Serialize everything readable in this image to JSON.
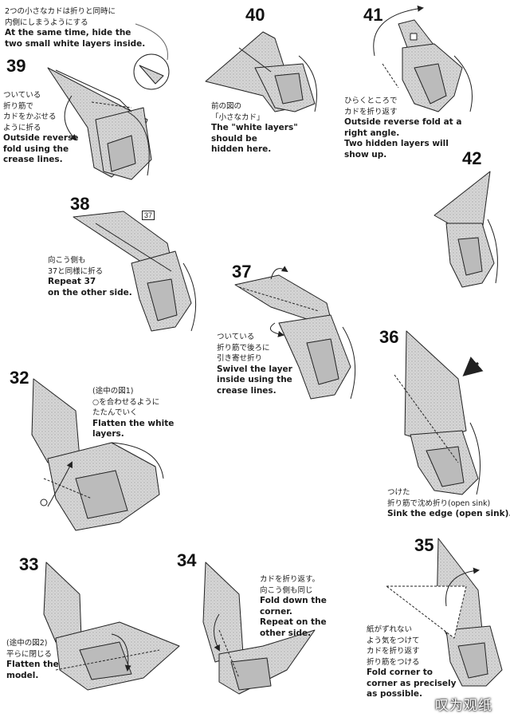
{
  "steps": [
    {
      "num": "39",
      "jp": [
        "2つの小さなカドは折りと同時に",
        "内側にしまうようにする"
      ],
      "en": [
        "At the same time, hide the",
        "two small white layers inside."
      ],
      "jp2": [
        "ついている",
        "折り筋で",
        "カドをかぶせる",
        "ように折る"
      ],
      "en2": [
        "Outside reverse",
        "fold using the",
        "crease lines."
      ]
    },
    {
      "num": "40",
      "jp": [
        "前の図の",
        "「小さなカド」"
      ],
      "en": [
        "The \"white layers\"",
        "should be",
        "hidden here."
      ]
    },
    {
      "num": "41",
      "jp": [
        "ひらくところで",
        "カドを折り返す"
      ],
      "en": [
        "Outside reverse fold at a",
        "right angle.",
        "Two hidden layers will",
        "show up."
      ]
    },
    {
      "num": "42"
    },
    {
      "num": "38",
      "ref": "37",
      "jp": [
        "向こう側も",
        "37と同様に折る"
      ],
      "en": [
        "Repeat 37",
        "on the other side."
      ]
    },
    {
      "num": "37",
      "jp": [
        "ついている",
        "折り筋で後ろに",
        "引き寄せ折り"
      ],
      "en": [
        "Swivel the layer",
        "inside using the",
        "crease lines."
      ]
    },
    {
      "num": "36",
      "jp": [
        "つけた",
        "折り筋で沈め折り(open sink)"
      ],
      "en": [
        "Sink the edge (open sink)."
      ]
    },
    {
      "num": "32",
      "jp": [
        "(途中の図1)",
        "○を合わせるように",
        "たたんでいく"
      ],
      "en": [
        "Flatten the white",
        "layers."
      ]
    },
    {
      "num": "33",
      "jp": [
        "(途中の図2)",
        "平らに閉じる"
      ],
      "en": [
        "Flatten the",
        "model."
      ]
    },
    {
      "num": "34",
      "jp": [
        "カドを折り返す。",
        "向こう側も同じ"
      ],
      "en": [
        "Fold down the",
        "corner.",
        "Repeat on the",
        "other side."
      ]
    },
    {
      "num": "35",
      "jp": [
        "紙がずれない",
        "よう気をつけて",
        "カドを折り返す",
        "折り筋をつける"
      ],
      "en": [
        "Fold corner to",
        "corner as precisely",
        "as possible."
      ]
    }
  ],
  "watermark": "叹为观纸",
  "colors": {
    "paper": "#cfcfcf",
    "ink": "#222222",
    "shade": "#9a9a9a"
  }
}
